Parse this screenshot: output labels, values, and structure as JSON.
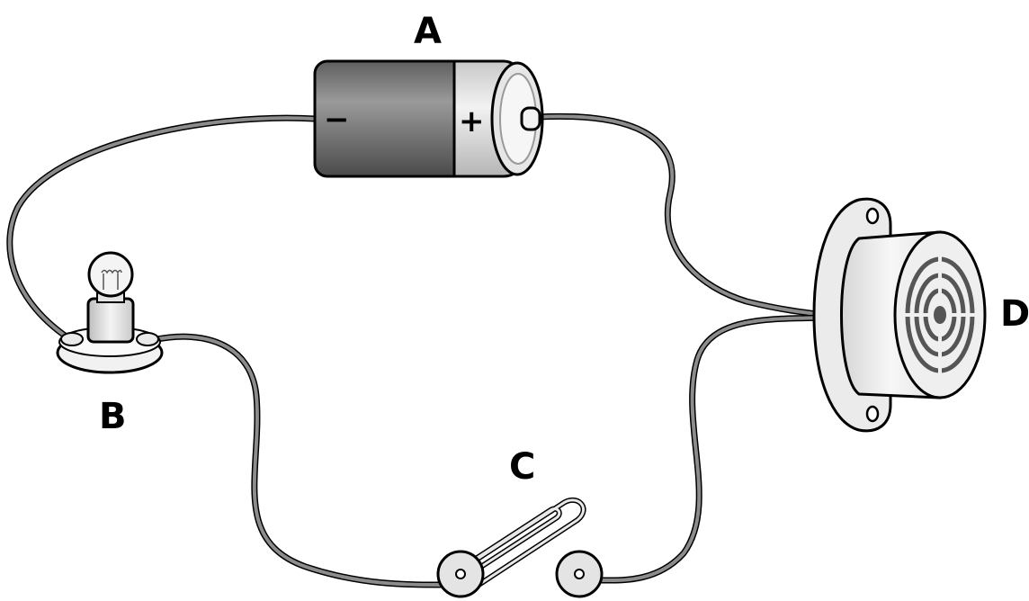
{
  "labels": {
    "battery": "A",
    "bulb": "B",
    "clip": "C",
    "buzzer": "D"
  },
  "battery": {
    "negative_sign": "−",
    "positive_sign": "+"
  },
  "colors": {
    "outline": "#000000",
    "wire": "#5a5a5a",
    "battery_body": "#7d7d7d",
    "metal": "#d9d9d9",
    "buzzer": "#f0f0f0"
  }
}
